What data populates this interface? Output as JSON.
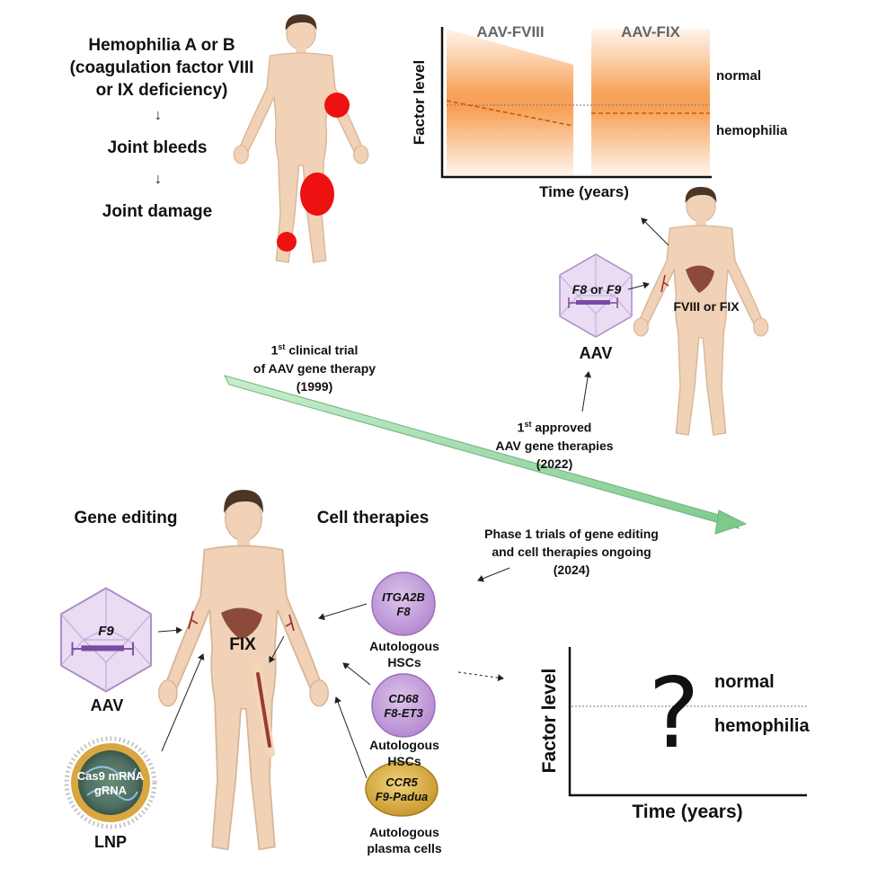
{
  "intro": {
    "line1": "Hemophilia A or B",
    "line2": "(coagulation factor VIII",
    "line3": "or IX deficiency)",
    "step1": "Joint bleeds",
    "step2": "Joint damage"
  },
  "top_chart": {
    "panel_left": "AAV-FVIII",
    "panel_right": "AAV-FIX",
    "ylabel": "Factor level",
    "xlabel": "Time (years)",
    "label_normal": "normal",
    "label_hemophilia": "hemophilia"
  },
  "aav_top": {
    "gene_a": "F8",
    "gene_or": "or",
    "gene_b": "F9",
    "caption": "AAV",
    "product": "FVIII or FIX"
  },
  "timeline": {
    "m1_ordinal": "1",
    "m1_sup": "st",
    "m1_rest": " clinical trial",
    "m1_line2": "of AAV gene therapy",
    "m1_year": "(1999)",
    "m2_ordinal": "1",
    "m2_sup": "st",
    "m2_rest": " approved",
    "m2_line2": "AAV gene therapies",
    "m2_year": "(2022)",
    "m3_line1": "Phase 1 trials of gene editing",
    "m3_line2": "and cell therapies ongoing",
    "m3_year": "(2024)"
  },
  "bottom": {
    "gene_editing": "Gene editing",
    "cell_therapies": "Cell therapies",
    "aav_gene": "F9",
    "aav_caption": "AAV",
    "lnp_line1": "Cas9 mRNA",
    "lnp_line2": "gRNA",
    "lnp_caption": "LNP",
    "fix_label": "FIX",
    "cell1_line1": "ITGA2B",
    "cell1_line2": "F8",
    "cell1_cap1": "Autologous",
    "cell1_cap2": "HSCs",
    "cell2_line1": "CD68",
    "cell2_line2": "F8-ET3",
    "cell2_cap1": "Autologous",
    "cell2_cap2": "HSCs",
    "cell3_line1": "CCR5",
    "cell3_line2": "F9-Padua",
    "cell3_cap1": "Autologous",
    "cell3_cap2": "plasma cells"
  },
  "bottom_chart": {
    "ylabel": "Factor level",
    "xlabel": "Time (years)",
    "label_normal": "normal",
    "label_hemophilia": "hemophilia",
    "question": "?"
  },
  "colors": {
    "skin": "#f1d2b6",
    "skin_edge": "#d8b596",
    "hair": "#4a3526",
    "bleed": "#ee1111",
    "orange": "#f58220",
    "arrow_green": "#9fd9a8",
    "liver": "#8b4a3a",
    "capsid": "#e9dcf3",
    "cell_purple": "#b58ad1",
    "plasma_cell": "#d9b24a"
  }
}
